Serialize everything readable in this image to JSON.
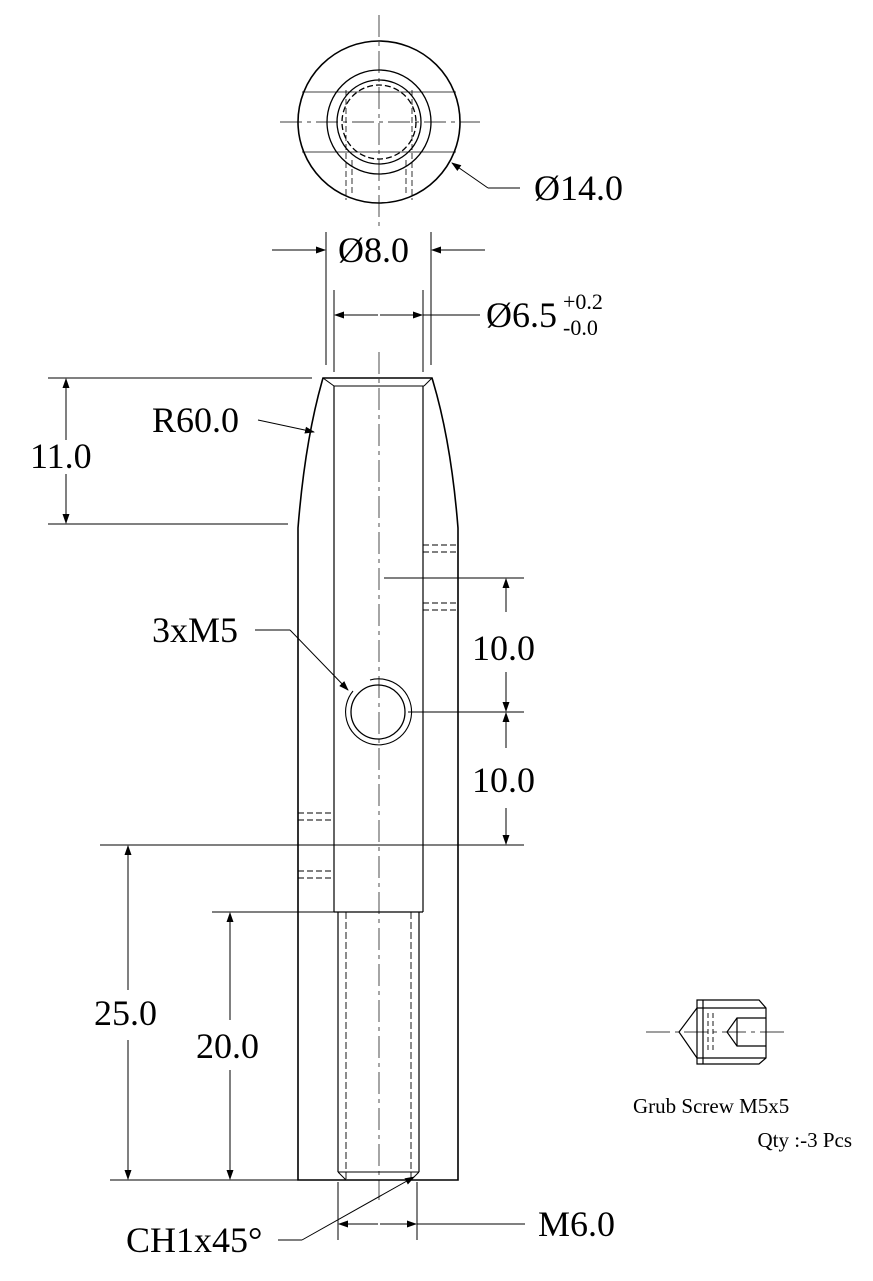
{
  "dimensions": {
    "outer_diameter": "Ø14.0",
    "shank_diameter": "Ø8.0",
    "bore_diameter": "Ø6.5",
    "bore_tol_upper": "+0.2",
    "bore_tol_lower": "-0.0",
    "taper_length": "11.0",
    "taper_radius": "R60.0",
    "hole_spacing_upper": "10.0",
    "hole_spacing_lower": "10.0",
    "grub_hole_callout": "3xM5",
    "thread_depth_total": "25.0",
    "thread_depth_full": "20.0",
    "chamfer": "CH1x45°",
    "thread_size": "M6.0"
  },
  "grub_screw": {
    "name": "Grub Screw M5x5",
    "quantity": "Qty :-3 Pcs"
  }
}
